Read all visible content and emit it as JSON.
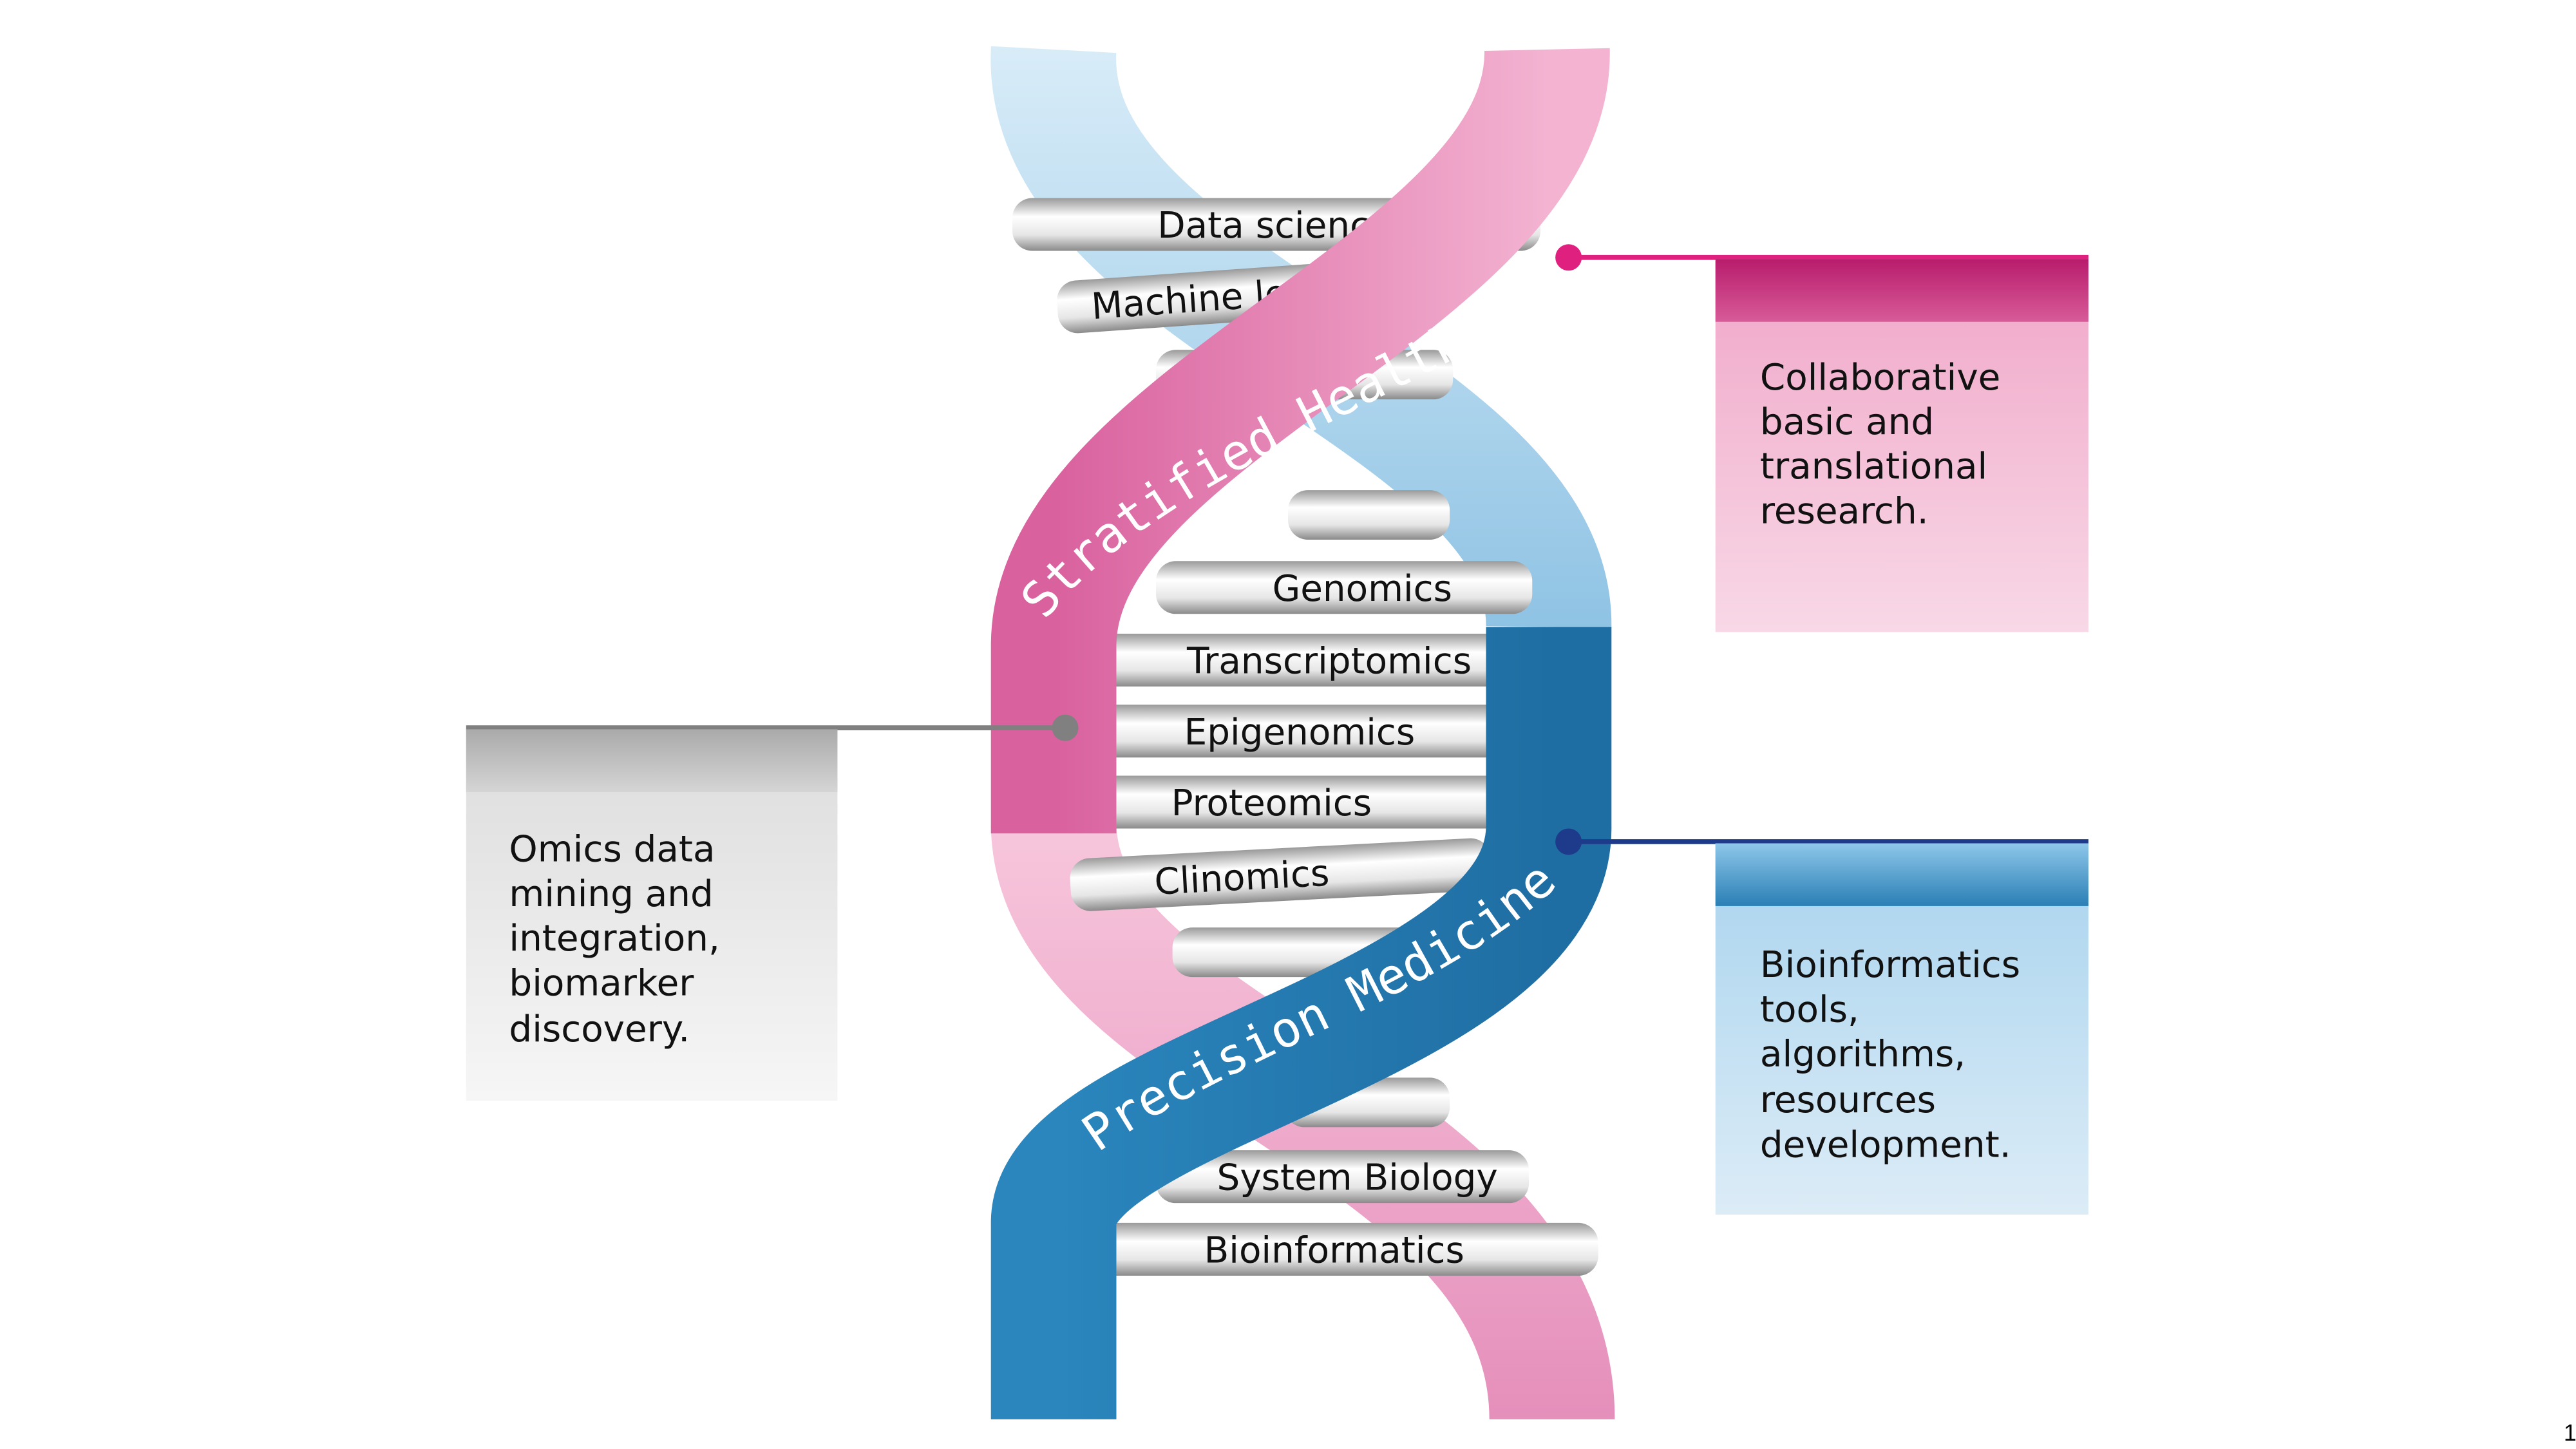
{
  "helix": {
    "strand_front_top": "Stratified Healthcare",
    "strand_front_bottom": "Precision Medicine",
    "rungs": [
      "Data science",
      "Machine learning",
      "",
      "",
      "Genomics",
      "Transcriptomics",
      "Epigenomics",
      "Proteomics",
      "Clinomics",
      "",
      "",
      "System Biology",
      "Bioinformatics"
    ]
  },
  "callouts": {
    "pink": {
      "lines": [
        "Collaborative",
        "basic and",
        "translational",
        "research."
      ],
      "color": "#e0207f"
    },
    "blue": {
      "lines": [
        "Bioinformatics",
        "tools,",
        "algorithms,",
        "resources",
        "development."
      ],
      "color": "#1e3a8a"
    },
    "gray": {
      "lines": [
        "Omics data",
        "mining and",
        "integration,",
        "biomarker",
        "discovery."
      ],
      "color": "#808080"
    }
  },
  "page_number": "1"
}
